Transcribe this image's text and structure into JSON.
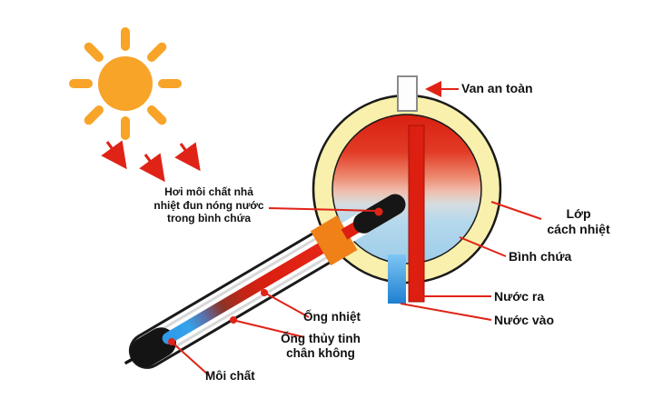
{
  "diagram": {
    "name": "solar-water-heater-schematic",
    "labels": {
      "safety_valve": "Van an toàn",
      "insulation": "Lớp\ncách nhiệt",
      "tank": "Bình chứa",
      "water_out": "Nước ra",
      "water_in": "Nước vào",
      "heat_pipe": "Ống nhiệt",
      "vacuum_glass_tube": "Ống thủy tinh\nchân không",
      "working_fluid": "Môi chất",
      "steam_note": "Hơi môi chất nhả\nnhiệt đun nóng nước\ntrong bình chứa"
    },
    "colors": {
      "sun": "#F7A428",
      "arrow_red": "#E02317",
      "leader_red": "#E02317",
      "insulation_ring": "#F8F0AC",
      "hot_water_red": "#D81F10",
      "cold_water_blue": "#9CCDEA",
      "pipe_red": "#DC1F10",
      "inlet_blue": "#2E9AE8",
      "connector_orange": "#F08018",
      "collector_black": "#161616",
      "valve_white": "#FDFDFD"
    }
  }
}
